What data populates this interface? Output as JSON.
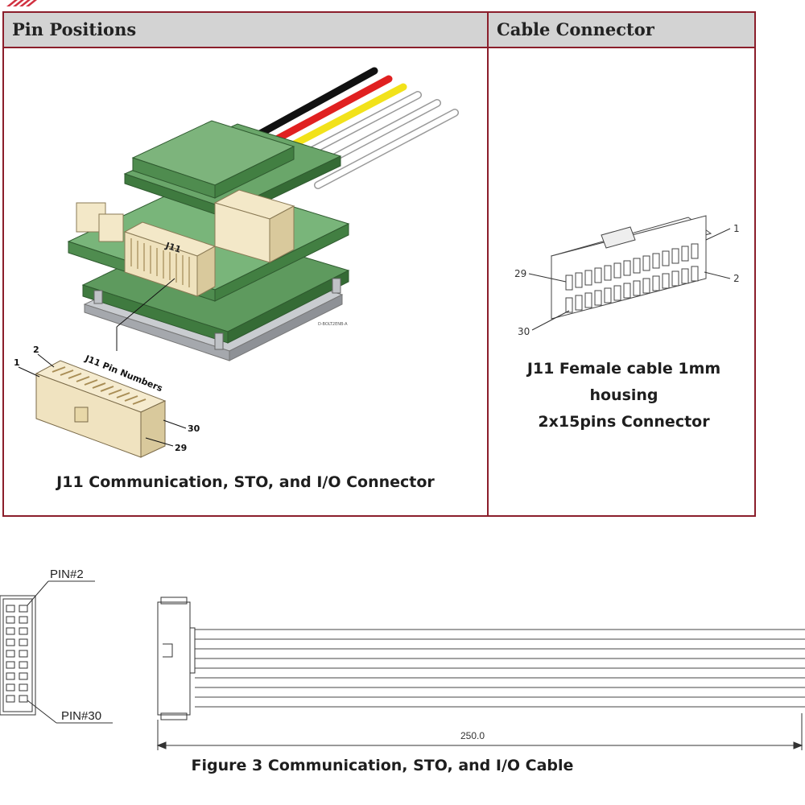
{
  "table": {
    "headers": [
      "Pin Positions",
      "Cable Connector"
    ]
  },
  "left_cell": {
    "board_label": "J11",
    "pin_numbers_label": "J11 Pin Numbers",
    "pin_labels": [
      "1",
      "2",
      "30",
      "29"
    ],
    "caption": "J11 Communication, STO, and I/O Connector"
  },
  "right_cell": {
    "pin_labels": [
      "1",
      "29",
      "2",
      "30"
    ],
    "caption_line1": "J11 Female cable 1mm housing",
    "caption_line2": "2x15pins Connector"
  },
  "cable_drawing": {
    "pin_top_label": "PIN#2",
    "pin_bottom_label": "PIN#30",
    "dimension": "250.0"
  },
  "figure_caption": "Figure 3 Communication, STO, and I/O Cable",
  "colors": {
    "border": "#8b1e2b",
    "header_bg": "#d3d3d3",
    "board_green": "#6aa66a",
    "wire_black": "#111111",
    "wire_red": "#e02020",
    "wire_yellow": "#f2e21a",
    "wire_white": "#ffffff"
  }
}
